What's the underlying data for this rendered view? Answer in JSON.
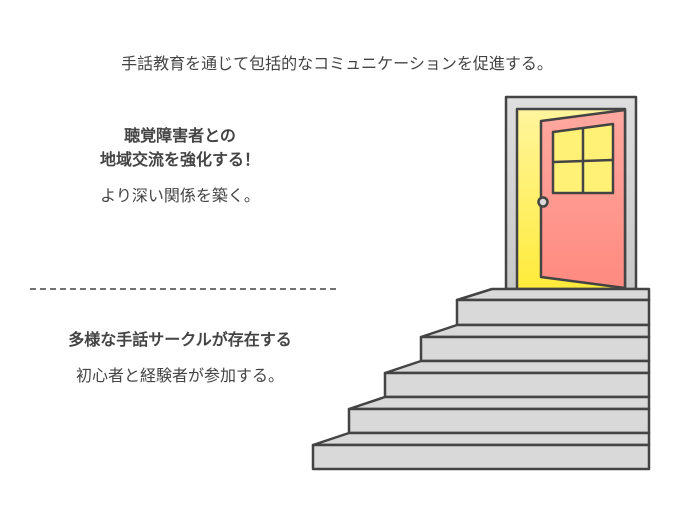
{
  "headline": "手話教育を通じて包括的なコミュニケーションを促進する。",
  "section1": {
    "title_line1": "聴覚障害者との",
    "title_line2": "地域交流を強化する！",
    "subtitle": "より深い関係を築く。"
  },
  "section2": {
    "title": "多様な手話サークルが存在する",
    "subtitle": "初心者と経験者が参加する。"
  },
  "colors": {
    "door": "#ff8a80",
    "light": "#ffeb3b",
    "frame": "#d9d9d9",
    "stroke": "#444444"
  }
}
